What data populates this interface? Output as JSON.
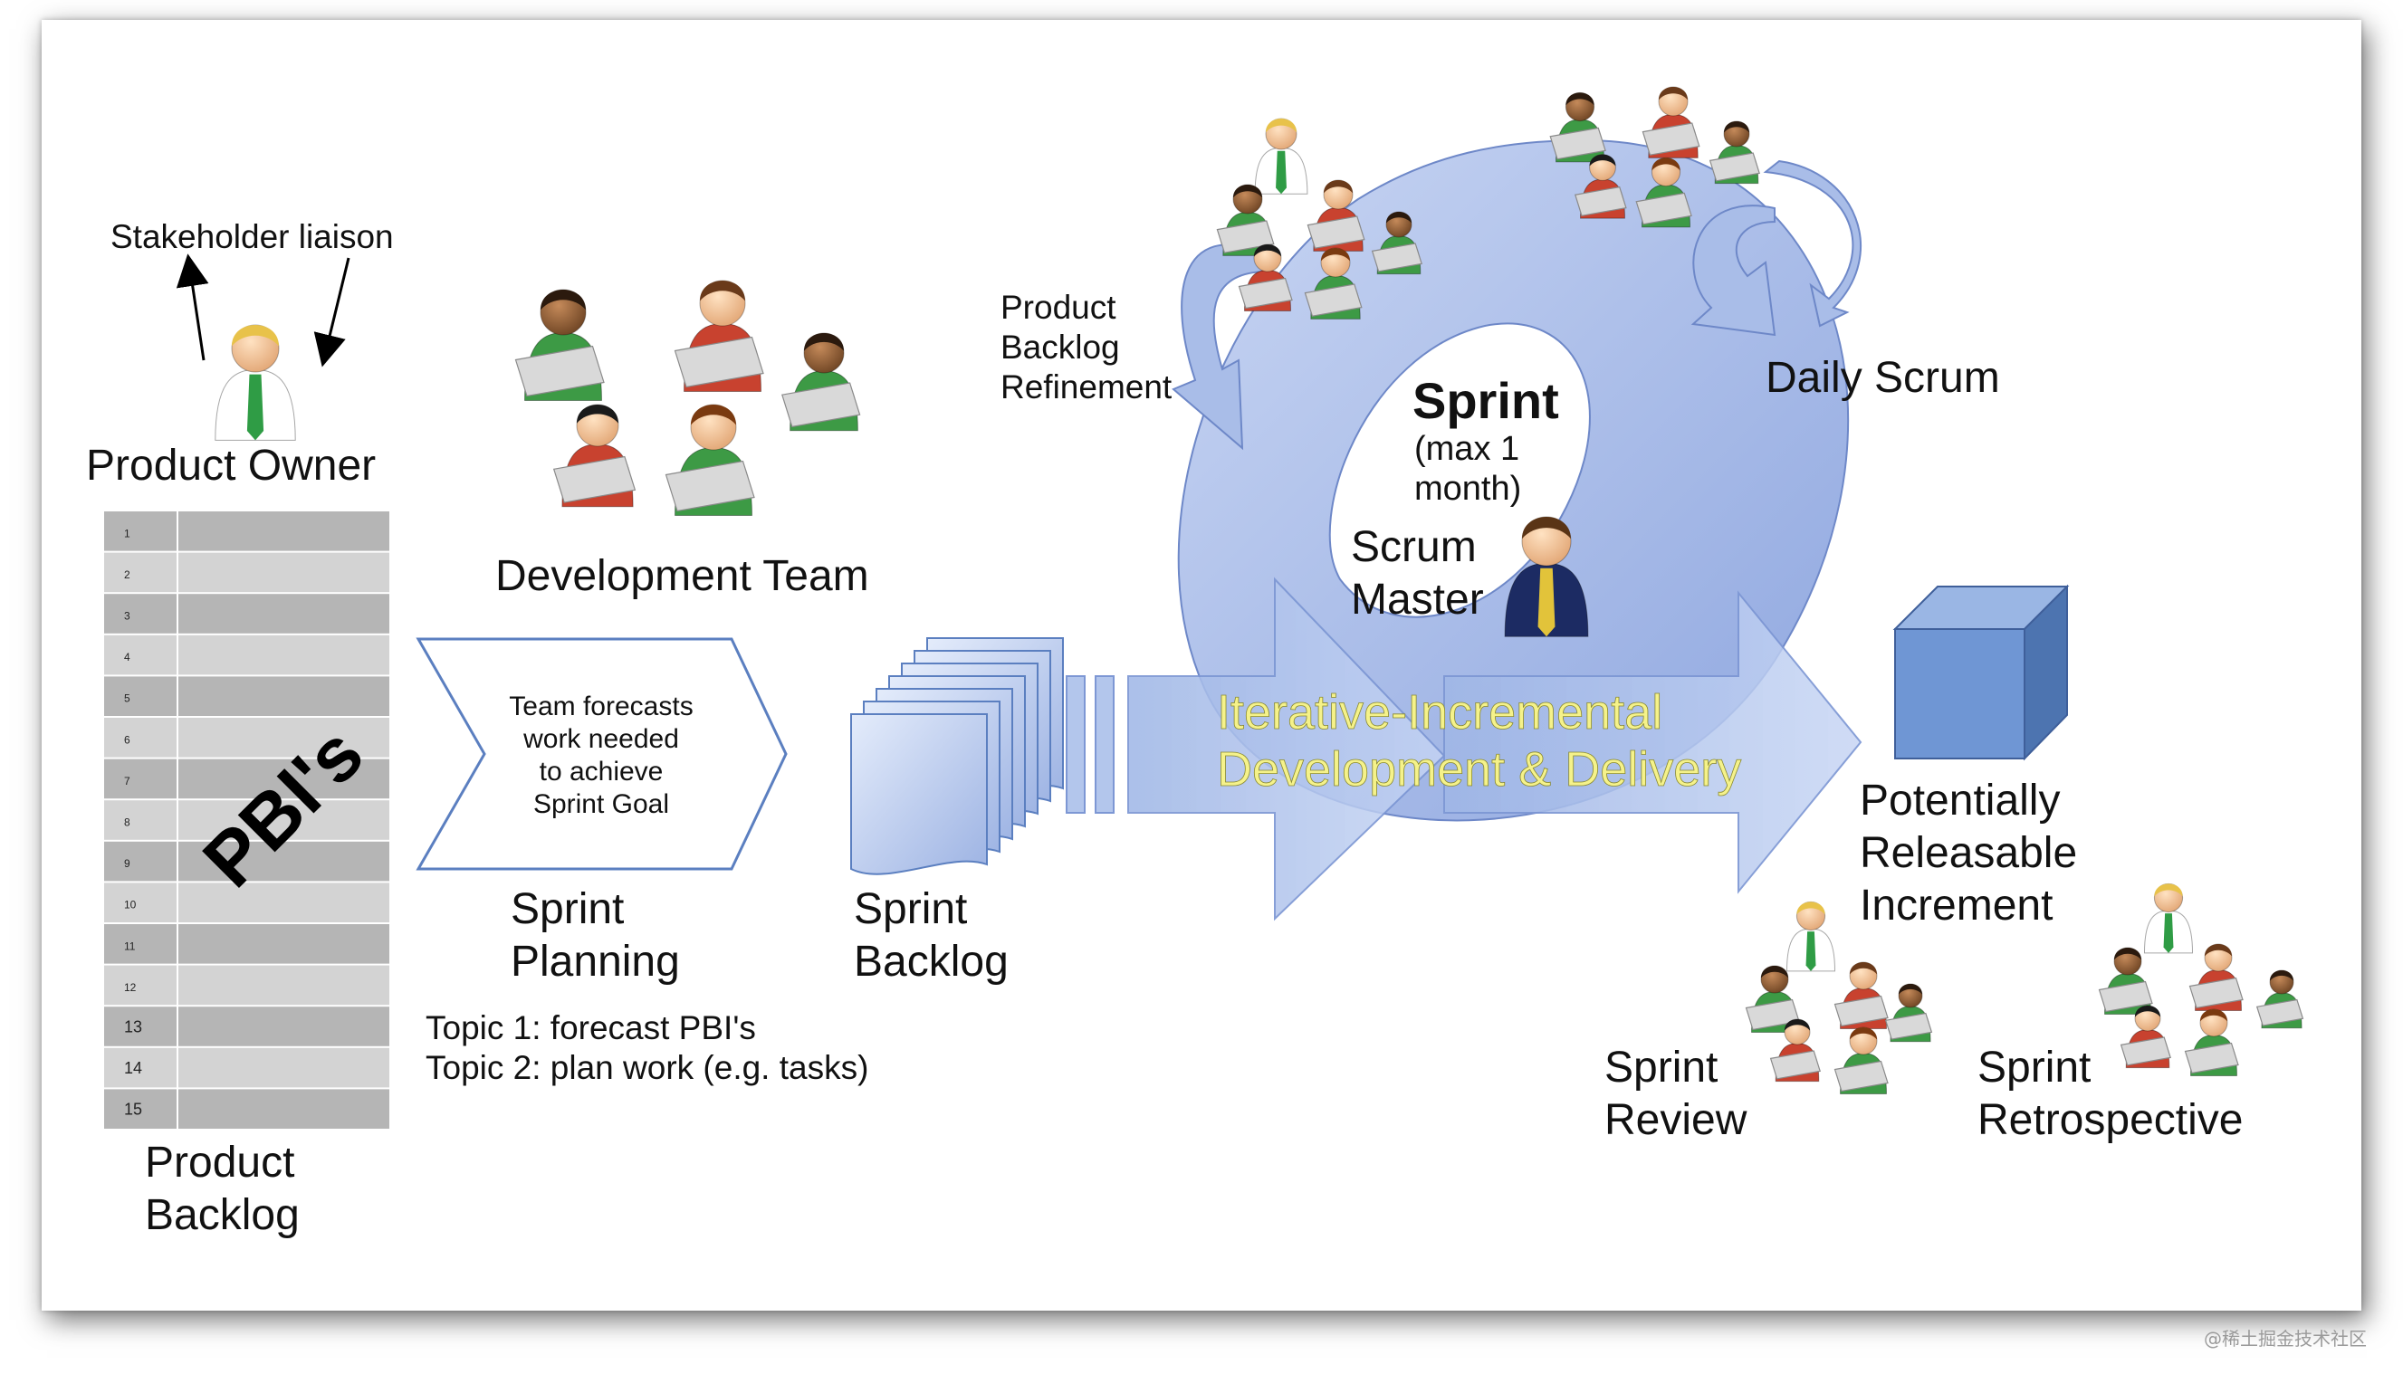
{
  "stakeholder_label": "Stakeholder liaison",
  "product_owner_label": "Product Owner",
  "development_team_label": "Development Team",
  "product_backlog": {
    "row_numbers": [
      "1",
      "2",
      "3",
      "4",
      "5",
      "6",
      "7",
      "8",
      "9",
      "10",
      "11",
      "12",
      "13",
      "14",
      "15"
    ],
    "overlay": "PBI's",
    "label_line1": "Product",
    "label_line2": "Backlog"
  },
  "sprint_planning": {
    "text_lines": [
      "Team forecasts",
      "work needed",
      "to achieve",
      "Sprint Goal"
    ],
    "label_line1": "Sprint",
    "label_line2": "Planning",
    "topic1": "Topic 1: forecast PBI's",
    "topic2": "Topic 2: plan work (e.g. tasks)"
  },
  "sprint_backlog": {
    "label_line1": "Sprint",
    "label_line2": "Backlog"
  },
  "refinement": {
    "line1": "Product",
    "line2": "Backlog",
    "line3": "Refinement"
  },
  "sprint": {
    "title": "Sprint",
    "line1": "(max 1",
    "line2": "month)"
  },
  "scrum_master": {
    "line1": "Scrum",
    "line2": "Master"
  },
  "daily_scrum_label": "Daily Scrum",
  "iterative": {
    "line1": "Iterative-Incremental",
    "line2": "Development & Delivery"
  },
  "increment": {
    "line1": "Potentially",
    "line2": "Releasable",
    "line3": "Increment"
  },
  "sprint_review": {
    "line1": "Sprint",
    "line2": "Review"
  },
  "sprint_retro": {
    "line1": "Sprint",
    "line2": "Retrospective"
  },
  "watermark": "@稀土掘金技术社区",
  "colors": {
    "loop_fill": "#a9bde8",
    "arrow_fill": "#b3c6ec",
    "cube_front": "#6f96d4",
    "cube_top": "#9ab6e4",
    "cube_side": "#4d74b0",
    "iterative_text": "#f5f28a",
    "shirt_green": "#3d9a45",
    "shirt_red": "#c8422f",
    "suit_navy": "#1c2b63"
  },
  "icons": [
    "person-icon",
    "laptop-icon",
    "cube-icon",
    "cycle-arrow-icon"
  ]
}
